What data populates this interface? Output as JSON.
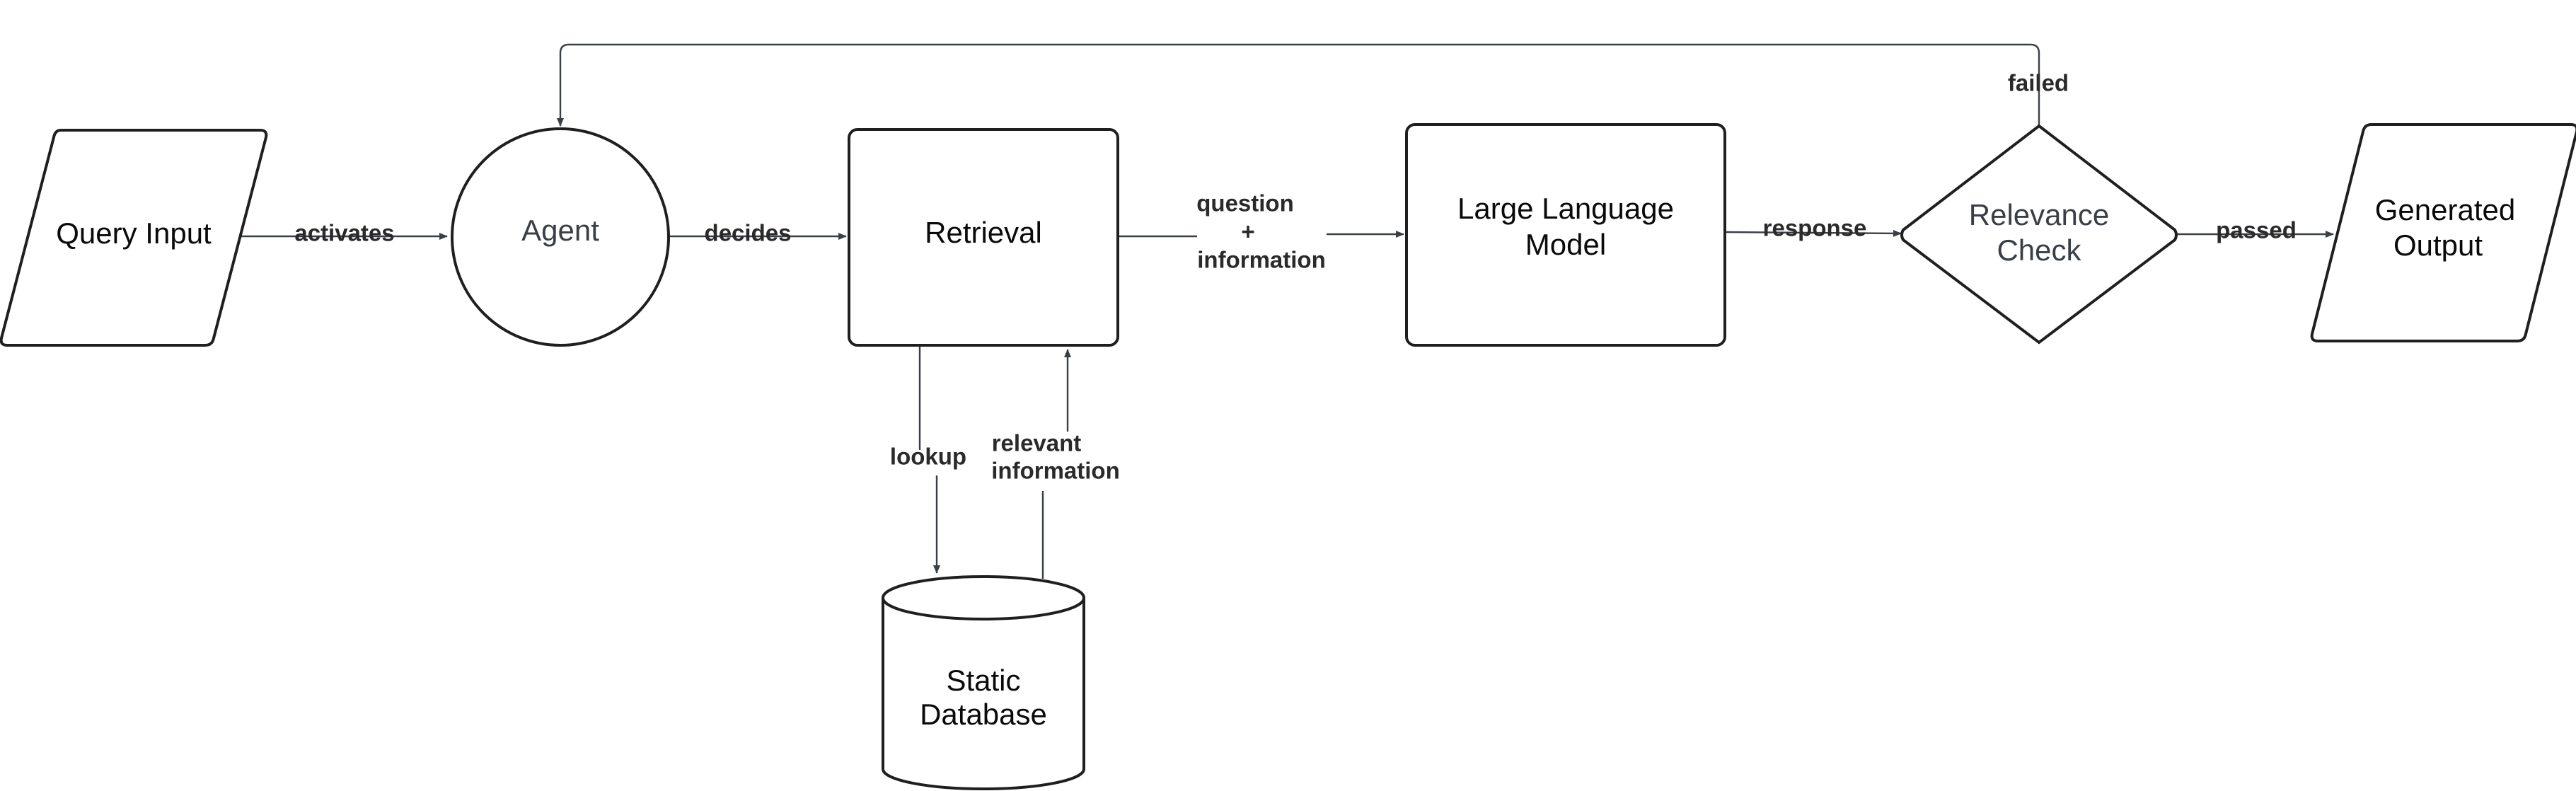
{
  "nodes": {
    "query_input": {
      "label": "Query Input"
    },
    "agent": {
      "label": "Agent"
    },
    "retrieval": {
      "label": "Retrieval"
    },
    "llm": {
      "line1": "Large Language",
      "line2": "Model"
    },
    "relevance_check": {
      "line1": "Relevance",
      "line2": "Check"
    },
    "generated_output": {
      "line1": "Generated",
      "line2": "Output"
    },
    "static_database": {
      "line1": "Static",
      "line2": "Database"
    }
  },
  "edges": {
    "activates": "activates",
    "decides": "decides",
    "question_info": {
      "line1": "question",
      "line2": "+",
      "line3": "information"
    },
    "response": "response",
    "passed": "passed",
    "failed": "failed",
    "lookup": "lookup",
    "relevant_info": {
      "line1": "relevant",
      "line2": "information"
    }
  },
  "colors": {
    "stroke": "#1f1f1f",
    "edge": "#3a3f47",
    "background": "#ffffff"
  }
}
